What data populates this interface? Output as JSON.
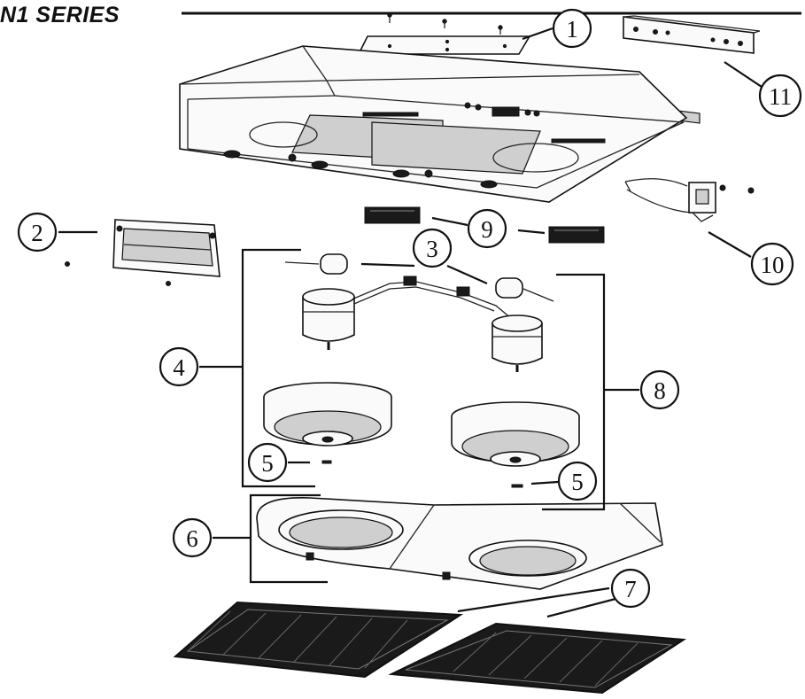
{
  "diagram": {
    "title": "N1 SERIES",
    "callouts": [
      {
        "id": "c1",
        "label": "1"
      },
      {
        "id": "c2",
        "label": "2"
      },
      {
        "id": "c3",
        "label": "3"
      },
      {
        "id": "c4",
        "label": "4"
      },
      {
        "id": "c5a",
        "label": "5"
      },
      {
        "id": "c5b",
        "label": "5"
      },
      {
        "id": "c6",
        "label": "6"
      },
      {
        "id": "c7",
        "label": "7"
      },
      {
        "id": "c8",
        "label": "8"
      },
      {
        "id": "c9",
        "label": "9"
      },
      {
        "id": "c10",
        "label": "10"
      },
      {
        "id": "c11",
        "label": "11"
      }
    ]
  }
}
